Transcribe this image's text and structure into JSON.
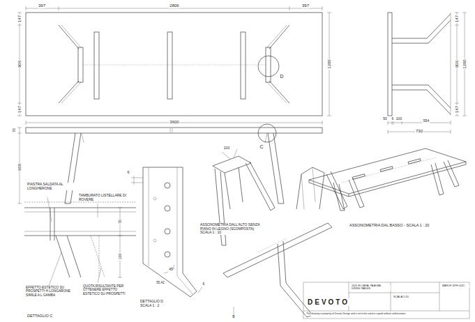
{
  "diagram": {
    "labels": [
      "397",
      "2806",
      "397",
      "147",
      "906",
      "147",
      "1200",
      "D",
      "3600",
      "147",
      "906",
      "147",
      "1200",
      "50",
      "6",
      "100",
      "554",
      "730",
      "70",
      "660",
      "C",
      "PIASTRA SALDATA AL LONGHERONE",
      "TAMBURATO LISTELLARE DI ROVERE",
      "70",
      "100",
      "EFFETTO ESTETICO SU PROSPETTI H LONGARONE SIMILE A L GAMBA",
      "QUOTA RISULTANTE PER OTTENERE EFFETTO ESTETICO SU PROSPETTI",
      "DETTAGLIO C",
      "6",
      "45°",
      "55,42",
      "6",
      "DETTAGLIO D SCALA 1 : 2",
      "100",
      "ASSONOMETRIA DALL'ALTO SENZA PIANO IN LEGNO (SCOMPOSTA) SCALA 1 : 10",
      "ASSONOMETRIA DAL BASSO - SCALA 1 : 20",
      "DEVOTO",
      "2020 96 CASAL PA ALMA - DINING TABLES",
      "SCALA 1:20",
      "MARCH 18TH 2021",
      "This drawing is property of Devoto Design and is not to be used or copied without authorization",
      "B"
    ]
  }
}
